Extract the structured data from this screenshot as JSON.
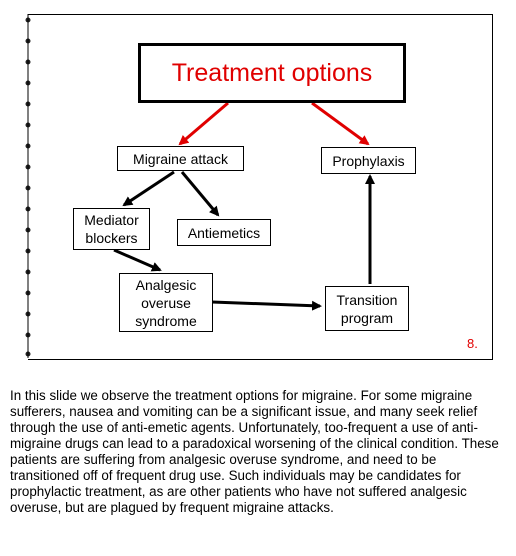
{
  "slide": {
    "title": "Treatment options",
    "page_number": "8.",
    "nodes": {
      "migraine_attack": "Migraine attack",
      "prophylaxis": "Prophylaxis",
      "mediator_blockers": "Mediator blockers",
      "antiemetics": "Antiemetics",
      "analgesic_overuse": "Analgesic overuse syndrome",
      "transition_program": "Transition program"
    },
    "colors": {
      "title_text": "#e00000",
      "red_arrows": "#e00000",
      "black_arrows": "#000000"
    }
  },
  "notes": "In this slide we observe the treatment options for migraine. For some migraine sufferers, nausea and vomiting can be a significant issue, and many seek relief through the use of anti-emetic agents. Unfortunately, too-frequent  a use of anti-migraine drugs can lead to a paradoxical worsening of the clinical condition.  These patients are suffering from analgesic overuse syndrome, and need to be transitioned off of frequent drug use. Such individuals may be candidates for prophylactic treatment, as are other patients who have not suffered analgesic overuse, but are plagued by frequent migraine attacks."
}
